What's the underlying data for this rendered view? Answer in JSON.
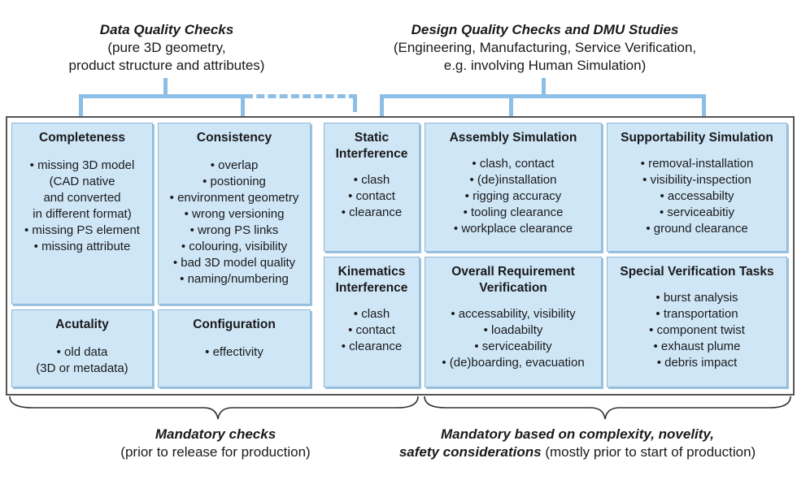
{
  "headers": {
    "left": {
      "title": "Data Quality Checks",
      "sub1": "(pure 3D geometry,",
      "sub2": "product structure and attributes)"
    },
    "right": {
      "title": "Design Quality Checks and DMU Studies",
      "sub1": "(Engineering, Manufacturing, Service Verification,",
      "sub2": "e.g. involving Human Simulation)"
    }
  },
  "cells": {
    "completeness": {
      "title": "Completeness",
      "items": [
        "• missing 3D model",
        "(CAD native",
        "and converted",
        "in different format)",
        "• missing PS element",
        "• missing attribute"
      ]
    },
    "consistency": {
      "title": "Consistency",
      "items": [
        "• overlap",
        "• postioning",
        "• environment geometry",
        "• wrong versioning",
        "• wrong PS links",
        "• colouring, visibility",
        "• bad 3D model quality",
        "• naming/numbering"
      ]
    },
    "acutality": {
      "title": "Acutality",
      "items": [
        "• old data",
        "(3D or metadata)"
      ]
    },
    "configuration": {
      "title": "Configuration",
      "items": [
        "• effectivity"
      ]
    },
    "static": {
      "title1": "Static",
      "title2": "Interference",
      "items": [
        "• clash",
        "• contact",
        "• clearance"
      ]
    },
    "kinematics": {
      "title1": "Kinematics",
      "title2": "Interference",
      "items": [
        "• clash",
        "• contact",
        "• clearance"
      ]
    },
    "assembly": {
      "title": "Assembly Simulation",
      "items": [
        "• clash, contact",
        "• (de)installation",
        "• rigging accuracy",
        "• tooling clearance",
        "• workplace clearance"
      ]
    },
    "supportability": {
      "title": "Supportability Simulation",
      "items": [
        "• removal-installation",
        "• visibility-inspection",
        "• accessabilty",
        "• serviceabitiy",
        "• ground clearance"
      ]
    },
    "overall": {
      "title1": "Overall Requirement",
      "title2": "Verification",
      "items": [
        "• accessability, visibility",
        "• loadabilty",
        "• serviceability",
        "• (de)boarding, evacuation"
      ]
    },
    "special": {
      "title": "Special Verification Tasks",
      "items": [
        "• burst analysis",
        "• transportation",
        "• component twist",
        "• exhaust plume",
        "• debris impact"
      ]
    }
  },
  "footers": {
    "left": {
      "title": "Mandatory checks",
      "sub": "(prior to release for production)"
    },
    "right": {
      "title1": "Mandatory based on complexity, novelity,",
      "title2": "safety considerations",
      "sub": " (mostly prior to start of production)"
    }
  },
  "colors": {
    "cell_fill": "#cfe6f7",
    "connector": "#8dbfe6",
    "frame": "#555555"
  }
}
